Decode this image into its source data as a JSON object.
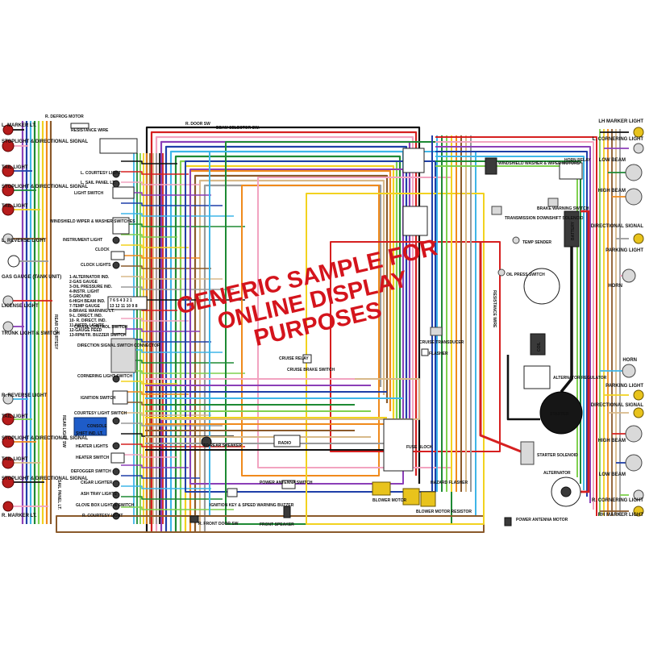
{
  "watermark": {
    "line1": "GENERIC SAMPLE FOR",
    "line2": "ONLINE DISPLAY",
    "line3": "PURPOSES",
    "color": "#d4141c"
  },
  "left_components": {
    "defrost_motor": "R. DEFROG MOTOR",
    "l_marker": "L. MARKER LT.",
    "stoplight_directional_1": "STOPLIGHT & DIRECTIONAL SIGNAL",
    "tail_light_1": "TAIL LIGHT",
    "stoplight_directional_2": "STOPLIGHT & DIRECTIONAL SIGNAL",
    "tail_light_2": "TAIL LIGHT",
    "l_reverse": "L. REVERSE LIGHT",
    "gas_gauge": "GAS GAUGE (TANK UNIT)",
    "license_light": "LICENSE LIGHT",
    "trunk_light": "TRUNK LIGHT & SWITCH",
    "r_reverse": "R. REVERSE LIGHT",
    "tail_light_3": "TAIL LIGHT",
    "stoplight_directional_3": "STOPLIGHT & DIRECTIONAL SIGNAL",
    "tail_light_4": "TAIL LIGHT",
    "stoplight_directional_4": "STOPLIGHT & DIRECTIONAL SIGNAL",
    "r_marker": "R. MARKER LT."
  },
  "dash_components": {
    "l_courtesy": "L. COURTESY LIGHT",
    "l_sail_panel": "L. SAIL PANEL LT.",
    "light_switch": "LIGHT SWITCH",
    "windshield_wiper": "WINDSHIELD WIPER & WASHER SWITCHES",
    "instrument_light": "INSTRUMENT LIGHT",
    "clock": "CLOCK",
    "clock_lights": "CLOCK LIGHTS",
    "gauge_list": [
      "1-ALTERNATOR IND.",
      "2-GAS GAUGE",
      "3-OIL PRESSURE IND.",
      "4-INSTR. LIGHT",
      "5-GROUND",
      "6-HIGH BEAM IND.",
      "7-TEMP GAUGE",
      "8-BRAKE WARNING LT.",
      "9-L. DIRECT. IND.",
      "10- R. DIRECT. IND.",
      "11-INSTR. LIGHTS",
      "12-GAUGE FEED",
      "13-RPM/TR. BUZZER SWITCH"
    ],
    "gauge_numbers": "7 6 5 4 3 2 1",
    "gauge_numbers_2": "13 12 11 10 9 8",
    "cruise_control": "CRUISE CONTROL SWITCH",
    "direction_signal": "DIRECTION SIGNAL SWITCH CONNECTOR",
    "cornering_light": "CORNERING LIGHT SWITCH",
    "ignition_switch": "IGNITION SWITCH",
    "courtesy_light_switch": "COURTESY LIGHT SWITCH",
    "console": "CONSOLE",
    "shift_ind": "SHIFT IND. LT.",
    "heater_lights": "HEATER LIGHTS",
    "heater_switch": "HEATER SWITCH",
    "defogger_switch": "DEFOGGER SWITCH",
    "cigar_lighter": "CIGAR LIGHTER",
    "ash_tray": "ASH TRAY LIGHTS",
    "glove_box": "GLOVE BOX LIGHT & SWITCH",
    "r_courtesy": "R. COURTESY LIGHT",
    "rear_courtesy": "REAR COURTESY",
    "rear_light_sw": "REAR LIGHT SW",
    "sail_panel": "SAIL PANEL LT."
  },
  "center_components": {
    "resistance_wire": "RESISTANCE WIRE",
    "r_door_sw": "R. DOOR SW",
    "beam_selector": "BEAM SELECTOR SW.",
    "cruise_relay": "CRUISE RELAY",
    "cruise_brake_switch": "CRUISE BRAKE SWITCH",
    "cruise_transducer": "CRUISE TRANSDUCER",
    "flasher": "FLASHER",
    "radio": "RADIO",
    "to_rear_speaker": "TO REAR SPEAKER",
    "power_antenna_switch": "POWER ANTENNA SWITCH",
    "ignition_key_buzzer": "IGNITION KEY & SPEED WARNING BUZZER",
    "r_front_door_sw": "R. FRONT DOOR SW",
    "front_speaker": "FRONT SPEAKER",
    "fuse_block": "FUSE BLOCK",
    "blower_motor": "BLOWER MOTOR",
    "hazard_flasher": "HAZARD FLASHER",
    "blower_resistor": "BLOWER MOTOR RESISTOR",
    "power_antenna_motor": "POWER ANTENNA MOTOR"
  },
  "engine_components": {
    "windshield_washer_motors": "WINDSHIELD WASHER & WIPER MOTORS",
    "horn_relay": "HORN RELAY",
    "brake_warning": "BRAKE WARNING SWITCH",
    "transmission_solenoid": "TRANSMISSION DOWNSHIFT SOLENOID",
    "battery": "BATTERY",
    "temp_sender": "TEMP SENDER",
    "oil_press_switch": "OIL PRESS SWITCH",
    "resistance_wire_2": "RESISTANCE WIRE",
    "coil": "COIL",
    "alternator_regulator": "ALTERNATOR REGULATOR",
    "starter": "STARTER",
    "starter_solenoid": "STARTER SOLENOID",
    "alternator": "ALTERNATOR"
  },
  "right_components": {
    "lh_marker": "LH MARKER LIGHT",
    "l_cornering": "L. CORNERING LIGHT",
    "low_beam_1": "LOW BEAM",
    "high_beam_1": "HIGH BEAM",
    "directional_1": "DIRECTIONAL SIGNAL",
    "parking_1": "PARKING LIGHT",
    "horn_1": "HORN",
    "horn_2": "HORN",
    "parking_2": "PARKING LIGHT",
    "directional_2": "DIRECTIONAL SIGNAL",
    "high_beam_2": "HIGH BEAM",
    "low_beam_2": "LOW BEAM",
    "r_cornering": "R. CORNERING LIGHT",
    "rh_marker": "RH MARKER LIGHT"
  },
  "wire_colors": {
    "black": "#111111",
    "red": "#d62020",
    "pink": "#f2a3c0",
    "purple": "#8b3fb8",
    "dark_blue": "#1f3fa8",
    "light_blue": "#3fb6e8",
    "dark_green": "#1e8a34",
    "light_green": "#7fd14f",
    "yellow": "#f2d21f",
    "orange": "#f08a1c",
    "brown": "#8a5a2b",
    "tan": "#d8b98a",
    "grey": "#9a9a9a",
    "white": "#f0f0f0"
  }
}
